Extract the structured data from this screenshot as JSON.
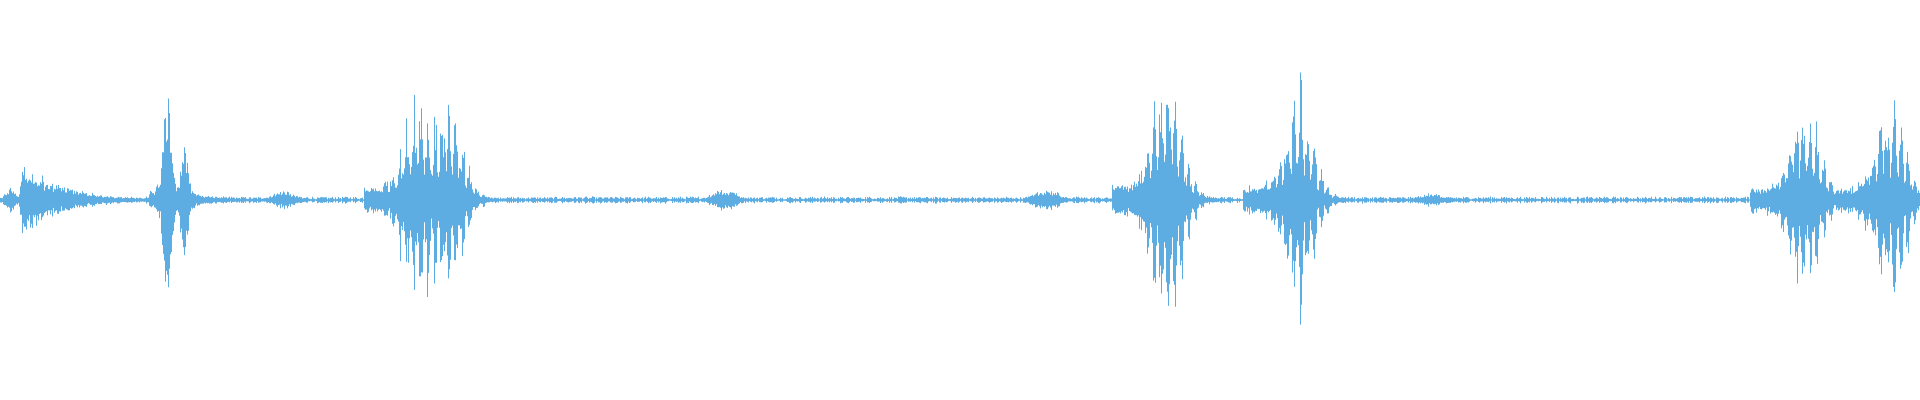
{
  "waveform": {
    "color": "#5dade2",
    "background": "#ffffff"
  },
  "bursts": [
    {
      "time": 0.005,
      "peak": 0.06,
      "tail": 0.02,
      "kind": "blip"
    },
    {
      "time": 0.012,
      "peak": 0.17,
      "tail": 0.06,
      "kind": "decay"
    },
    {
      "time": 0.087,
      "peak": 0.5,
      "tail": 0.05,
      "kind": "spike"
    },
    {
      "time": 0.096,
      "peak": 0.28,
      "tail": 0.04,
      "kind": "spike"
    },
    {
      "time": 0.148,
      "peak": 0.04,
      "tail": 0.01,
      "kind": "noise"
    },
    {
      "time": 0.218,
      "peak": 0.52,
      "tail": 0.03,
      "kind": "blob"
    },
    {
      "time": 0.233,
      "peak": 0.5,
      "tail": 0.04,
      "kind": "blob"
    },
    {
      "time": 0.377,
      "peak": 0.05,
      "tail": 0.02,
      "kind": "noise"
    },
    {
      "time": 0.545,
      "peak": 0.05,
      "tail": 0.02,
      "kind": "noise"
    },
    {
      "time": 0.608,
      "peak": 0.62,
      "tail": 0.04,
      "kind": "blob"
    },
    {
      "time": 0.676,
      "peak": 0.52,
      "tail": 0.04,
      "kind": "blob"
    },
    {
      "time": 0.745,
      "peak": 0.03,
      "tail": 0.01,
      "kind": "noise"
    },
    {
      "time": 0.94,
      "peak": 0.49,
      "tail": 0.05,
      "kind": "blob"
    },
    {
      "time": 0.985,
      "peak": 0.49,
      "tail": 0.03,
      "kind": "blob"
    }
  ],
  "baseline_noise": 0.012
}
